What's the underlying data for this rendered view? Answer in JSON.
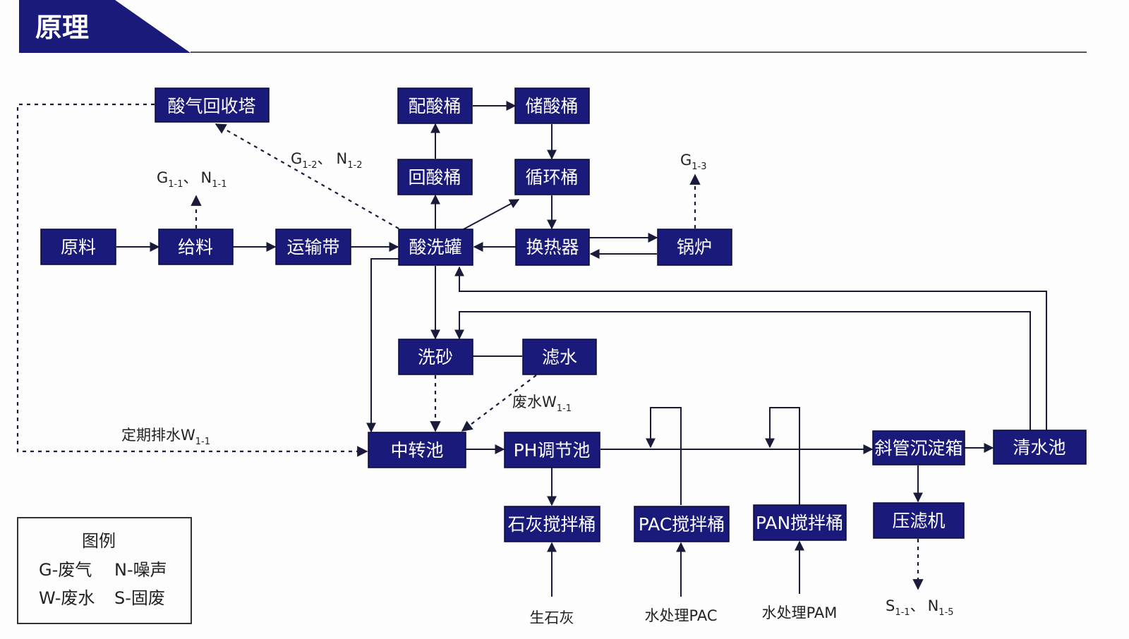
{
  "header": {
    "title": "原理"
  },
  "nodes": {
    "acid_recovery": "酸气回收塔",
    "acid_mix": "配酸桶",
    "acid_store": "储酸桶",
    "acid_return": "回酸桶",
    "circ_tank": "循环桶",
    "raw": "原料",
    "feed": "给料",
    "conveyor": "运输带",
    "pickling": "酸洗罐",
    "heat_ex": "换热器",
    "boiler": "锅炉",
    "sand_wash": "洗砂",
    "filter": "滤水",
    "transfer_pool": "中转池",
    "ph_pool": "PH调节池",
    "settler": "斜管沉淀箱",
    "clear_pool": "清水池",
    "lime_tank": "石灰搅拌桶",
    "pac_tank": "PAC搅拌桶",
    "pan_tank": "PAN搅拌桶",
    "press": "压滤机"
  },
  "labels": {
    "g12_n12": {
      "a": "G",
      "a_sub": "1-2",
      "sep": "、",
      "b": "N",
      "b_sub": "1-2"
    },
    "g11_n11": {
      "a": "G",
      "a_sub": "1-1",
      "sep": "、",
      "b": "N",
      "b_sub": "1-1"
    },
    "g13": {
      "a": "G",
      "a_sub": "1-3"
    },
    "wastewater": {
      "a": "废水W",
      "a_sub": "1-1"
    },
    "periodic": {
      "a": "定期排水W",
      "a_sub": "1-1"
    },
    "s11_n15": {
      "a": "S",
      "a_sub": "1-1",
      "sep": "、",
      "b": "N",
      "b_sub": "1-5"
    },
    "lime_input": "生石灰",
    "pac_input": "水处理PAC",
    "pam_input": "水处理PAM"
  },
  "legend": {
    "title": "图例",
    "g": "G-废气",
    "n": "N-噪声",
    "w": "W-废水",
    "s": "S-固废"
  },
  "colors": {
    "box": "#1a1a7a",
    "header": "#1a1a7a",
    "line": "#1a1a3a"
  }
}
